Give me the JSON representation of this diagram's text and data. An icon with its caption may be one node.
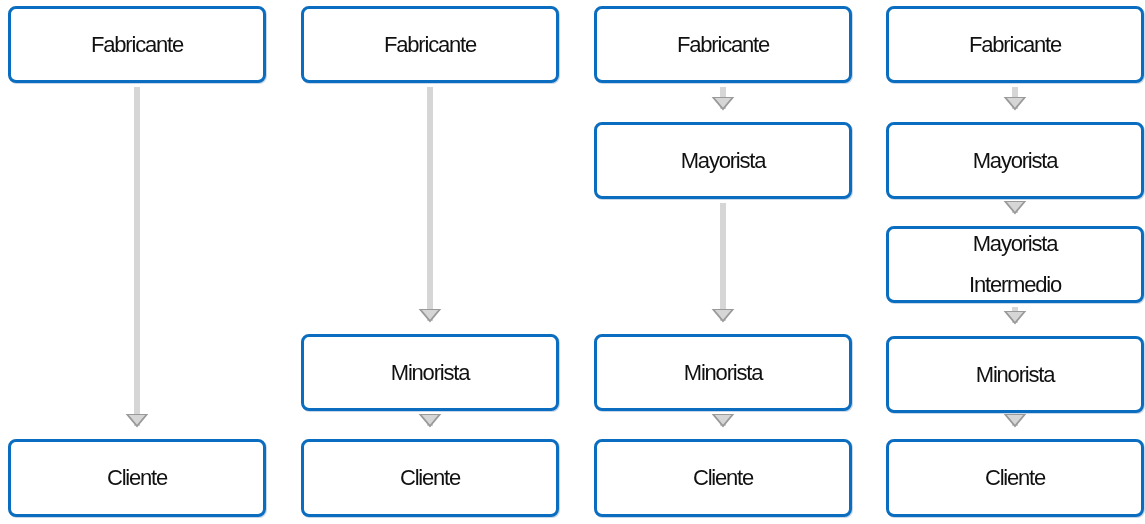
{
  "diagram": {
    "nodes": [
      {
        "text": [
          "Fabricante"
        ]
      },
      {
        "text": [
          "Cliente"
        ]
      },
      {
        "text": [
          "Fabricante"
        ]
      },
      {
        "text": [
          "Minorista"
        ]
      },
      {
        "text": [
          "Cliente"
        ]
      },
      {
        "text": [
          "Fabricante"
        ]
      },
      {
        "text": [
          "Mayorista"
        ]
      },
      {
        "text": [
          "Minorista"
        ]
      },
      {
        "text": [
          "Cliente"
        ]
      },
      {
        "text": [
          "Fabricante"
        ]
      },
      {
        "text": [
          "Mayorista"
        ]
      },
      {
        "text": [
          "Mayorista Intermedio"
        ]
      },
      {
        "text": [
          "Minorista"
        ]
      },
      {
        "text": [
          "Cliente"
        ]
      }
    ],
    "edges": [
      {
        "from": 0,
        "to": 1,
        "arrow": "to"
      },
      {
        "from": 2,
        "to": 3,
        "arrow": "to"
      },
      {
        "from": 3,
        "to": 4,
        "arrow": "to"
      },
      {
        "from": 5,
        "to": 6,
        "arrow": "to"
      },
      {
        "from": 6,
        "to": 7,
        "arrow": "to"
      },
      {
        "from": 7,
        "to": 8,
        "arrow": "to"
      },
      {
        "from": 9,
        "to": 10,
        "arrow": "to"
      },
      {
        "from": 10,
        "to": 11,
        "arrow": "to"
      },
      {
        "from": 11,
        "to": 12,
        "arrow": "to"
      },
      {
        "from": 12,
        "to": 13,
        "arrow": "to"
      }
    ]
  }
}
